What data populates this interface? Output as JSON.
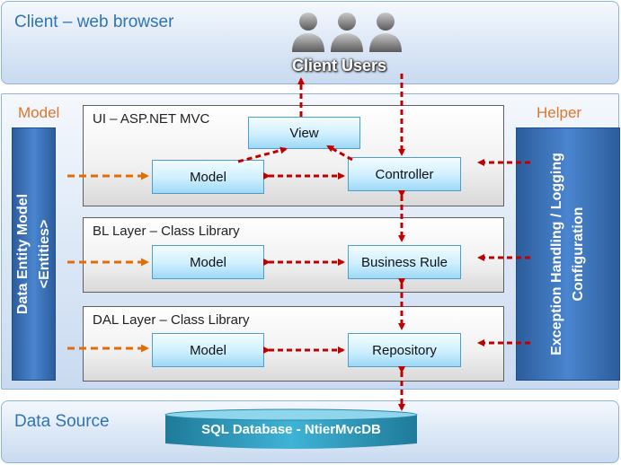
{
  "client": {
    "title": "Client – web browser",
    "users_label": "Client Users",
    "user_icon": "person-icon"
  },
  "model_label": "Model",
  "helper_label": "Helper",
  "data_entity": {
    "line1": "Data  Entity Model",
    "line2": "<Entities>"
  },
  "helper_panel": {
    "line1": "Exception  Handling / Logging",
    "line2": "Configuration"
  },
  "layers": {
    "ui": {
      "title": "UI – ASP.NET MVC",
      "view": "View",
      "model": "Model",
      "controller": "Controller"
    },
    "bl": {
      "title": "BL Layer – Class Library",
      "model": "Model",
      "rule": "Business Rule"
    },
    "dal": {
      "title": "DAL Layer – Class Library",
      "model": "Model",
      "repository": "Repository"
    }
  },
  "datasource": {
    "title": "Data Source",
    "db_label": "SQL Database - NtierMvcDB"
  },
  "colors": {
    "arrow_red": "#c00000",
    "arrow_orange": "#e36c09",
    "title_blue": "#2f74b5"
  }
}
